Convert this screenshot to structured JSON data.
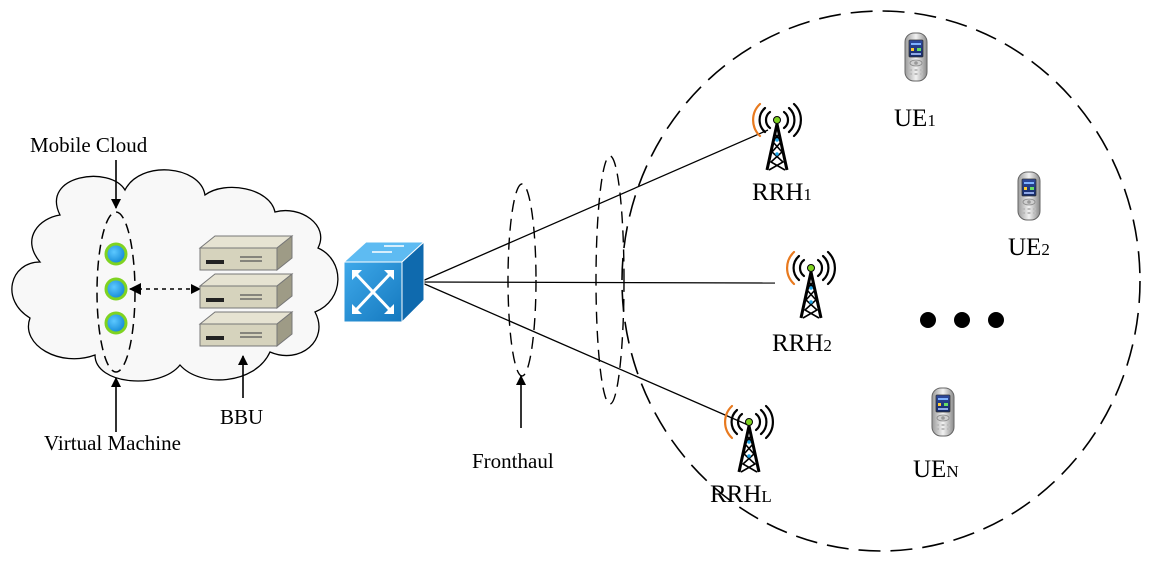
{
  "labels": {
    "mobile_cloud": "Mobile Cloud",
    "virtual_machine": "Virtual Machine",
    "bbu": "BBU",
    "fronthaul": "Fronthaul"
  },
  "rrh": [
    {
      "base": "RRH",
      "sub": "1"
    },
    {
      "base": "RRH",
      "sub": "2"
    },
    {
      "base": "RRH",
      "sub": "L"
    }
  ],
  "ue": [
    {
      "base": "UE",
      "sub": "1"
    },
    {
      "base": "UE",
      "sub": "2"
    },
    {
      "base": "UE",
      "sub": "N"
    }
  ],
  "icons": {
    "switch": "network-switch-icon",
    "server": "bbu-server-icon",
    "tower": "antenna-tower-icon",
    "phone": "mobile-phone-icon",
    "vm": "virtual-machine-node-icon"
  },
  "colors": {
    "switch_blue": "#1E90D6",
    "vm_cyan": "#1EA5E8",
    "vm_ring": "#7FD321",
    "server_body": "#D9D6C2",
    "signal_orange": "#E8791E"
  }
}
